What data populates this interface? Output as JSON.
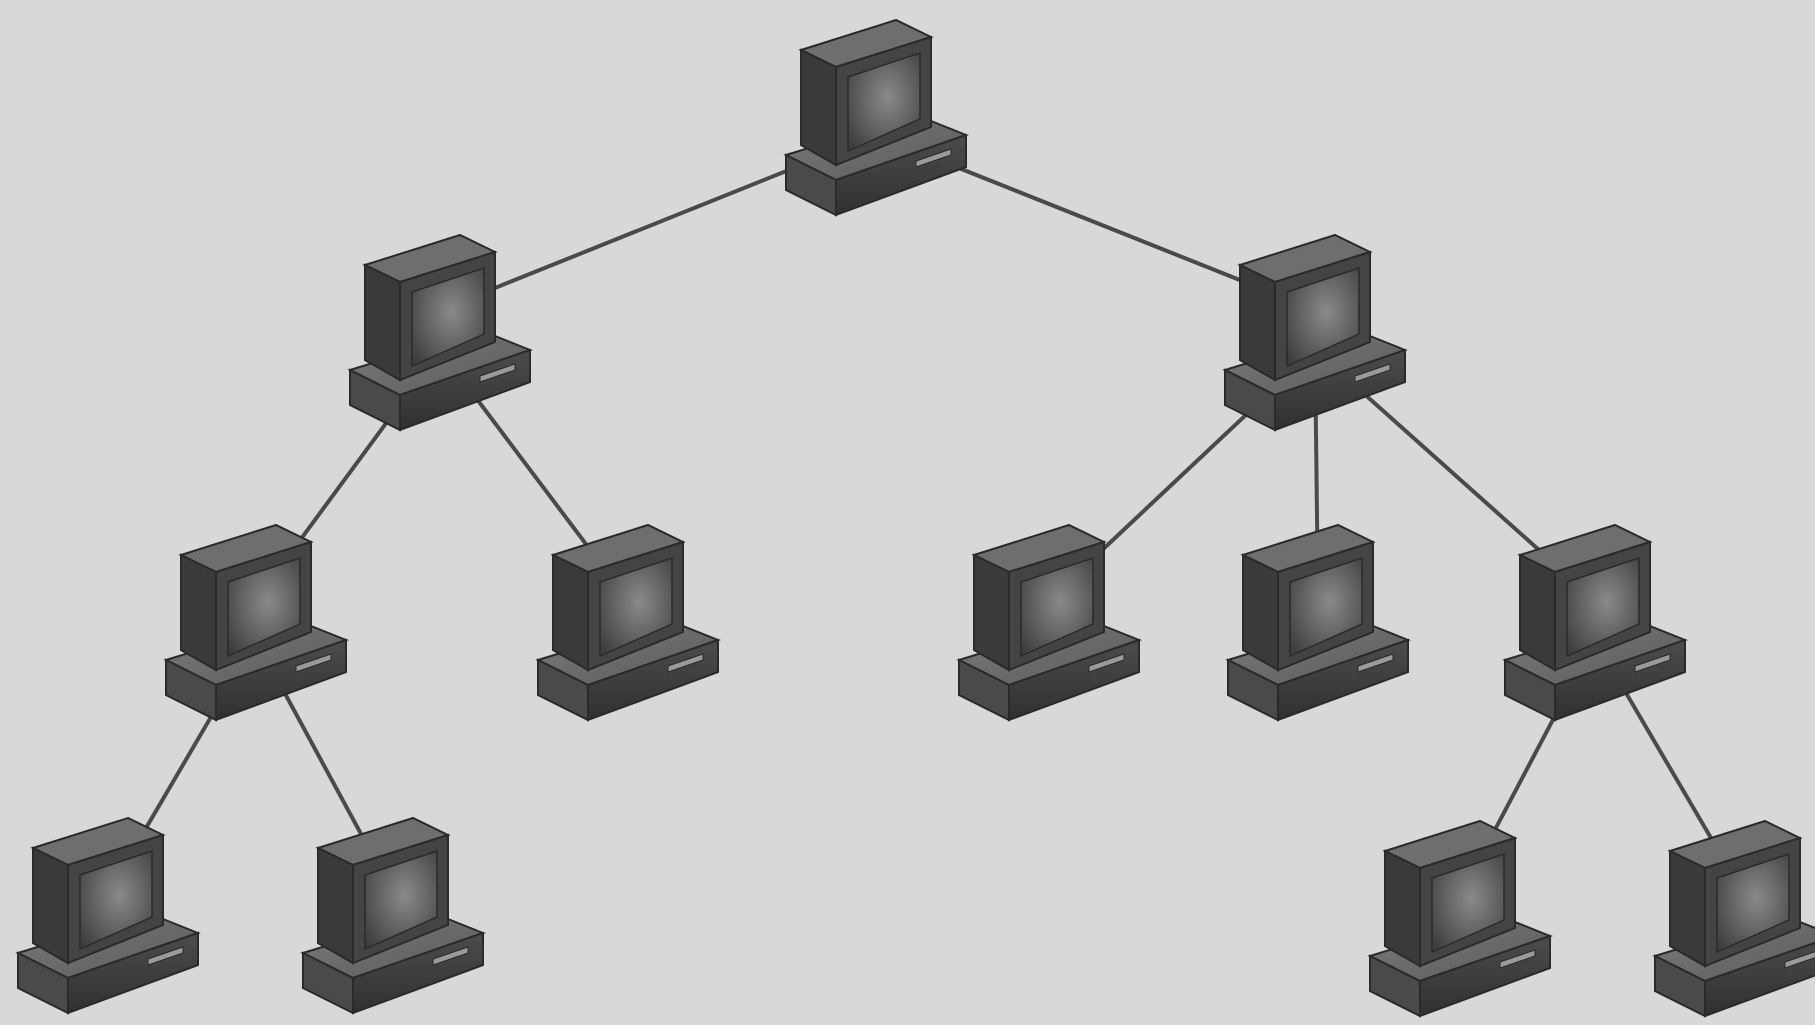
{
  "diagram": {
    "type": "tree-topology",
    "nodes": [
      {
        "id": "n0",
        "icon": "computer-icon",
        "level": 0
      },
      {
        "id": "n1",
        "icon": "computer-icon",
        "level": 1
      },
      {
        "id": "n2",
        "icon": "computer-icon",
        "level": 1
      },
      {
        "id": "n3",
        "icon": "computer-icon",
        "level": 2
      },
      {
        "id": "n4",
        "icon": "computer-icon",
        "level": 2
      },
      {
        "id": "n5",
        "icon": "computer-icon",
        "level": 2
      },
      {
        "id": "n6",
        "icon": "computer-icon",
        "level": 2
      },
      {
        "id": "n7",
        "icon": "computer-icon",
        "level": 2
      },
      {
        "id": "n8",
        "icon": "computer-icon",
        "level": 3
      },
      {
        "id": "n9",
        "icon": "computer-icon",
        "level": 3
      },
      {
        "id": "n10",
        "icon": "computer-icon",
        "level": 3
      },
      {
        "id": "n11",
        "icon": "computer-icon",
        "level": 3
      }
    ],
    "edges": [
      [
        "n0",
        "n1"
      ],
      [
        "n0",
        "n2"
      ],
      [
        "n1",
        "n3"
      ],
      [
        "n1",
        "n4"
      ],
      [
        "n2",
        "n5"
      ],
      [
        "n2",
        "n6"
      ],
      [
        "n2",
        "n7"
      ],
      [
        "n3",
        "n8"
      ],
      [
        "n3",
        "n9"
      ],
      [
        "n7",
        "n10"
      ],
      [
        "n7",
        "n11"
      ]
    ],
    "colors": {
      "background": "#d8d8d6",
      "edge": "#4a4a4a",
      "case_dark": "#3c3c3c",
      "case_mid": "#5a5a5a",
      "case_light": "#7a7a7a",
      "screen": "#6d6d6d"
    }
  }
}
